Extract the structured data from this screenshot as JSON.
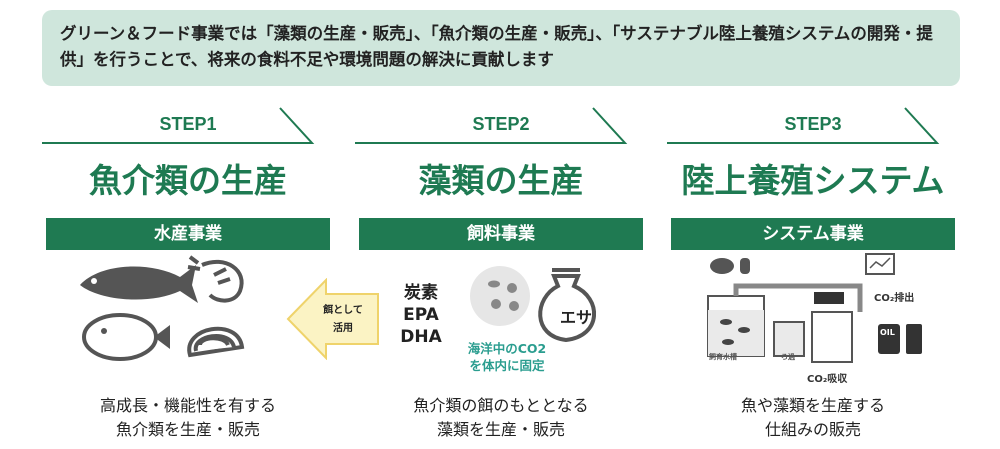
{
  "banner_text": "グリーン＆フード事業では「藻類の生産・販売」、「魚介類の生産・販売」、「サステナブル陸上養殖システムの開発・提供」を行うことで、将来の食料不足や環境問題の解決に貢献します",
  "columns": [
    {
      "step": "STEP1",
      "title": "魚介類の生産",
      "business": "水産事業",
      "desc": "高成長・機能性を有する\n魚介類を生産・販売"
    },
    {
      "step": "STEP2",
      "title": "藻類の生産",
      "business": "飼料事業",
      "desc": "魚介類の餌のもととなる\n藻類を生産・販売"
    },
    {
      "step": "STEP3",
      "title": "陸上養殖システム",
      "business": "システム事業",
      "desc": "魚や藻類を生産する\n仕組みの販売"
    }
  ],
  "arrow": {
    "line1": "餌として",
    "line2": "活用"
  },
  "nutrients": {
    "line1": "炭素",
    "line2": "EPA",
    "line3": "DHA"
  },
  "co2_fix": {
    "line1": "海洋中のCO2",
    "line2": "を体内に固定"
  },
  "feed_bag": "エサ",
  "system_labels": {
    "tank": "飼育水槽",
    "filter": "ろ過",
    "absorb": "CO₂吸収",
    "emit": "CO₂排出",
    "oil": "OIL"
  },
  "colors": {
    "green_dark": "#1f7a52",
    "green_text": "#1e7a52",
    "banner_bg": "#cfe6dc",
    "arrow_fill": "#fbf3c4",
    "arrow_stroke": "#efd36b",
    "teal": "#2a9d8f",
    "icon_gray": "#555555"
  }
}
